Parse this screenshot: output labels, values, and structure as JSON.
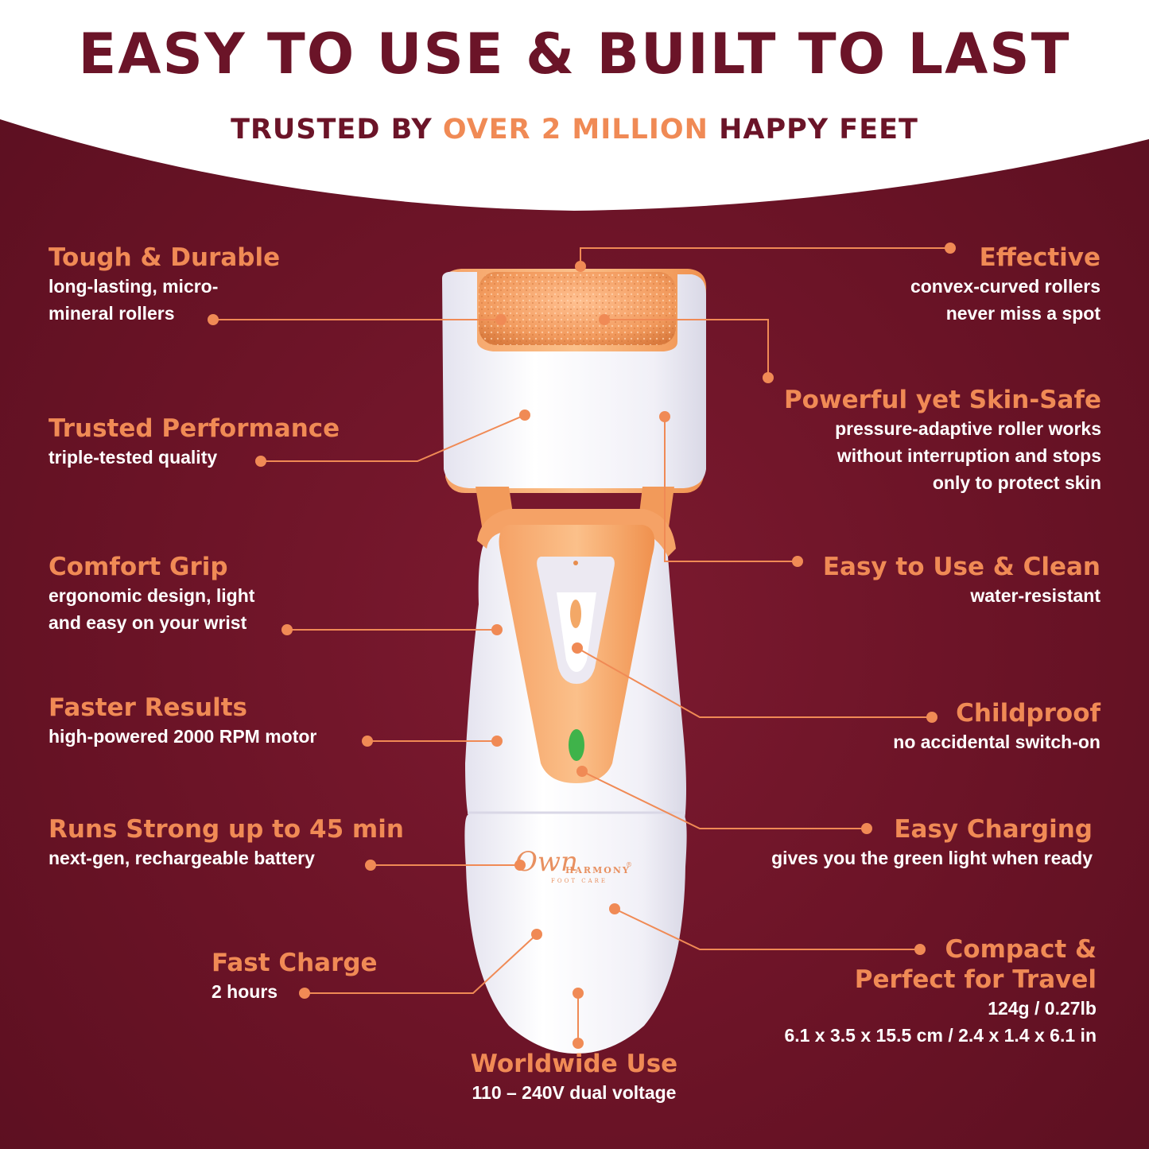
{
  "header": {
    "title": "EASY TO USE & BUILT TO LAST",
    "subtitle_pre": "TRUSTED BY ",
    "subtitle_accent": "OVER 2 MILLION",
    "subtitle_post": " HAPPY FEET"
  },
  "colors": {
    "background": "#6a1326",
    "heading": "#6b1428",
    "accent": "#f08a55",
    "text": "#ffffff",
    "indicator_green": "#3fb34a"
  },
  "brand": {
    "script": "Own",
    "name": "HARMONY",
    "mark": "®",
    "tagline": "FOOT CARE"
  },
  "features": {
    "tough": {
      "title": "Tough & Durable",
      "line1": "long-lasting, micro-",
      "line2": "mineral rollers"
    },
    "trusted": {
      "title": "Trusted Performance",
      "line1": "triple-tested quality"
    },
    "comfort": {
      "title": "Comfort Grip",
      "line1": "ergonomic design, light",
      "line2": "and easy on your wrist"
    },
    "faster": {
      "title": "Faster Results",
      "line1": "high-powered 2000 RPM motor"
    },
    "runs": {
      "title": "Runs Strong up to 45 min",
      "line1": "next-gen, rechargeable battery"
    },
    "fastcharge": {
      "title": "Fast Charge",
      "line1": "2 hours"
    },
    "worldwide": {
      "title": "Worldwide Use",
      "line1": "110 – 240V dual voltage"
    },
    "effective": {
      "title": "Effective",
      "line1": "convex-curved rollers",
      "line2": "never miss a spot"
    },
    "powerful": {
      "title": "Powerful yet Skin-Safe",
      "line1": "pressure-adaptive roller works",
      "line2": "without interruption and stops",
      "line3": "only to protect skin"
    },
    "easyuse": {
      "title": "Easy to Use & Clean",
      "line1": "water-resistant"
    },
    "childproof": {
      "title": "Childproof",
      "line1": "no accidental switch-on"
    },
    "charging": {
      "title": "Easy Charging",
      "line1": "gives you the green light when ready"
    },
    "compact": {
      "title1": "Compact &",
      "title2": "Perfect for Travel",
      "line1": "124g / 0.27lb",
      "line2": "6.1 x 3.5 x 15.5 cm / 2.4 x 1.4 x 6.1 in"
    }
  }
}
